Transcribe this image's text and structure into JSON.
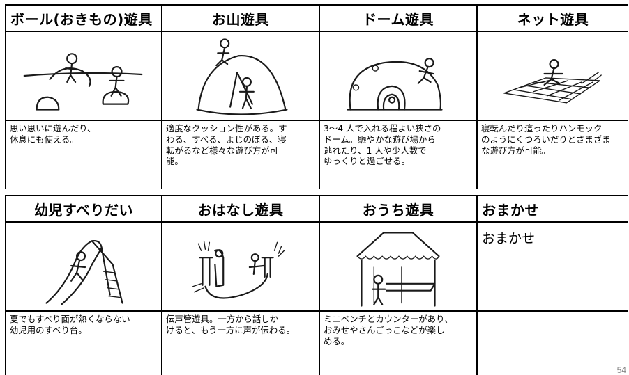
{
  "rows": [
    {
      "items": [
        {
          "title": "ボール(おきもの)遊具",
          "desc": "思い思いに遊んだり、\n休息にも使える。",
          "icon": "ball-playground-icon"
        },
        {
          "title": "お山遊具",
          "desc": "適度なクッション性がある。す\nわる、すべる、よじのぼる、寝\n転がるなど様々な遊び方が可\n能。",
          "icon": "hill-playground-icon"
        },
        {
          "title": "ドーム遊具",
          "desc": "3～4 人で入れる程よい狭さの\nドーム。賑やかな遊び場から\n逃れたり、1 人や少人数で\nゆっくりと過ごせる。",
          "icon": "dome-playground-icon"
        },
        {
          "title": "ネット遊具",
          "desc": "寝転んだり這ったりハンモック\nのようにくつろいだりとさまざま\nな遊び方が可能。",
          "icon": "net-playground-icon"
        }
      ]
    },
    {
      "items": [
        {
          "title": "幼児すべりだい",
          "desc": "夏でもすべり面が熱くならない\n幼児用のすべり台。",
          "icon": "slide-icon"
        },
        {
          "title": "おはなし遊具",
          "desc": "伝声管遊具。一方から話しか\nけると、もう一方に声が伝わる。",
          "icon": "speaking-tube-icon"
        },
        {
          "title": "おうち遊具",
          "desc": "ミニベンチとカウンターがあり、\nおみせやさんごっこなどが楽し\nめる。",
          "icon": "playhouse-icon"
        },
        {
          "title": "おまかせ",
          "body_text": "おまかせ",
          "desc": ""
        }
      ]
    }
  ],
  "page_number": "54"
}
